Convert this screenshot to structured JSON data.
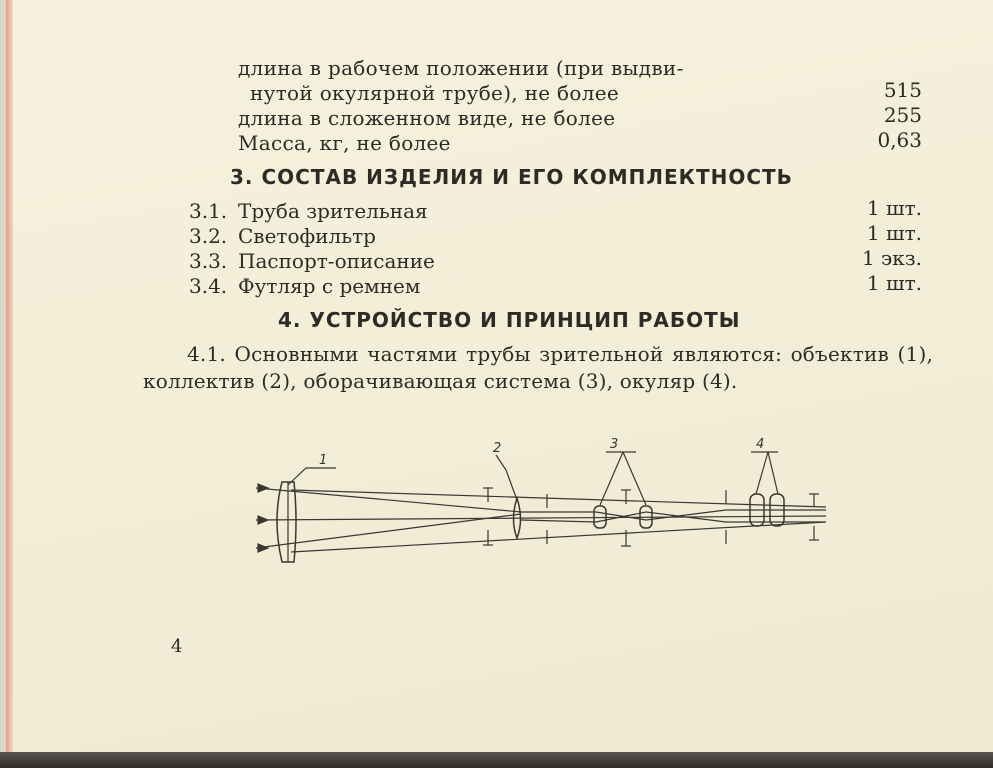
{
  "specs": {
    "line1a": "длина в рабочем положении (при выдви-",
    "line1b": "нутой окулярной трубе), не более",
    "value1": "515",
    "line2": "длина в сложенном виде, не более",
    "value2": "255",
    "line3": "Масса, кг, не более",
    "value3": "0,63"
  },
  "section3": {
    "title": "3. СОСТАВ ИЗДЕЛИЯ И ЕГО КОМПЛЕКТНОСТЬ",
    "items": [
      {
        "num": "3.1.",
        "name": "Труба зрительная",
        "qty": "1 шт."
      },
      {
        "num": "3.2.",
        "name": "Светофильтр",
        "qty": "1 шт."
      },
      {
        "num": "3.3.",
        "name": "Паспорт-описание",
        "qty": "1 экз."
      },
      {
        "num": "3.4.",
        "name": "Футляр с ремнем",
        "qty": "1 шт."
      }
    ]
  },
  "section4": {
    "title": "4. УСТРОЙСТВО И ПРИНЦИП РАБОТЫ",
    "paragraph": "4.1. Основными частями трубы зрительной являются: объектив (1), коллектив (2), оборачивающая система (3), окуляр (4)."
  },
  "diagram": {
    "labels": [
      "1",
      "2",
      "3",
      "4"
    ]
  },
  "page_number": "4"
}
